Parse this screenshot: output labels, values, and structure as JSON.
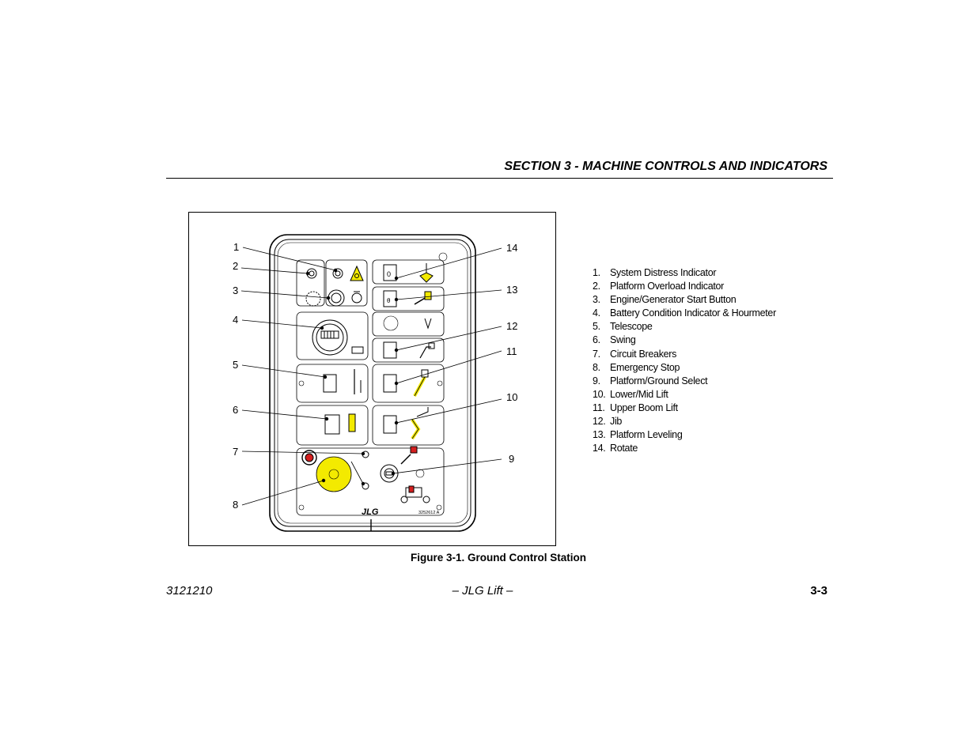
{
  "header": {
    "section_title": "SECTION 3 - MACHINE CONTROLS AND INDICATORS"
  },
  "figure": {
    "caption": "Figure 3-1. Ground Control Station",
    "callouts_left": [
      "1",
      "2",
      "3",
      "4",
      "5",
      "6",
      "7",
      "8"
    ],
    "callouts_right": [
      "14",
      "13",
      "12",
      "11",
      "10",
      "9"
    ],
    "panel_part_number": "3252612 A",
    "panel_logo": "JLG",
    "panel_colors": {
      "accent_yellow": "#f3ea00",
      "warning_red": "#d41f1f"
    }
  },
  "legend": {
    "items": [
      {
        "num": "1.",
        "label": "System Distress Indicator"
      },
      {
        "num": "2.",
        "label": "Platform Overload Indicator"
      },
      {
        "num": "3.",
        "label": "Engine/Generator Start Button"
      },
      {
        "num": "4.",
        "label": "Battery Condition Indicator & Hourmeter"
      },
      {
        "num": "5.",
        "label": "Telescope"
      },
      {
        "num": "6.",
        "label": "Swing"
      },
      {
        "num": "7.",
        "label": "Circuit Breakers"
      },
      {
        "num": "8.",
        "label": "Emergency Stop"
      },
      {
        "num": "9.",
        "label": "Platform/Ground Select"
      },
      {
        "num": "10.",
        "label": "Lower/Mid Lift"
      },
      {
        "num": "11.",
        "label": "Upper Boom Lift"
      },
      {
        "num": "12.",
        "label": "Jib"
      },
      {
        "num": "13.",
        "label": "Platform Leveling"
      },
      {
        "num": "14.",
        "label": "Rotate"
      }
    ]
  },
  "footer": {
    "doc_number": "3121210",
    "center_text": "– JLG Lift –",
    "page_number": "3-3"
  }
}
